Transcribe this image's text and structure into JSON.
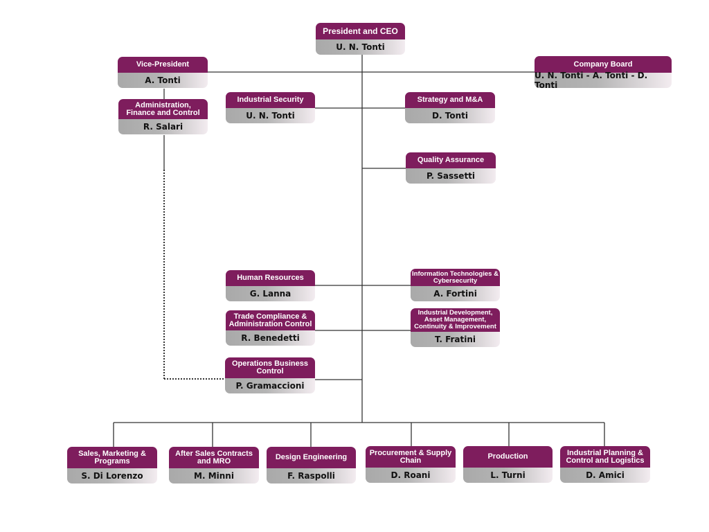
{
  "colors": {
    "header": "#7e1d5d",
    "line": "#333333"
  },
  "nodes": {
    "ceo": {
      "title": "President and CEO",
      "name": "U. N. Tonti"
    },
    "vp": {
      "title": "Vice-President",
      "name": "A. Tonti"
    },
    "board": {
      "title": "Company Board",
      "name": "U. N. Tonti - A. Tonti - D. Tonti"
    },
    "admin": {
      "title": "Administration, Finance and Control",
      "name": "R. Salari"
    },
    "security": {
      "title": "Industrial Security",
      "name": "U. N. Tonti"
    },
    "strategy": {
      "title": "Strategy and M&A",
      "name": "D. Tonti"
    },
    "quality": {
      "title": "Quality Assurance",
      "name": "P. Sassetti"
    },
    "hr": {
      "title": "Human Resources",
      "name": "G. Lanna"
    },
    "it": {
      "title": "Information Technologies & Cybersecurity",
      "name": "A. Fortini"
    },
    "trade": {
      "title": "Trade Compliance & Administration Control",
      "name": "R. Benedetti"
    },
    "inddev": {
      "title": "Industrial Development, Asset Management, Continuity & Improvement",
      "name": "T. Fratini"
    },
    "ops": {
      "title": "Operations Business Control",
      "name": "P. Gramaccioni"
    },
    "sales": {
      "title": "Sales, Marketing & Programs",
      "name": "S. Di Lorenzo"
    },
    "aftersales": {
      "title": "After Sales Contracts and MRO",
      "name": "M. Minni"
    },
    "design": {
      "title": "Design Engineering",
      "name": "F. Raspolli"
    },
    "procurement": {
      "title": "Procurement & Supply Chain",
      "name": "D. Roani"
    },
    "production": {
      "title": "Production",
      "name": "L. Turni"
    },
    "planning": {
      "title": "Industrial Planning & Control and Logistics",
      "name": "D. Amici"
    }
  }
}
